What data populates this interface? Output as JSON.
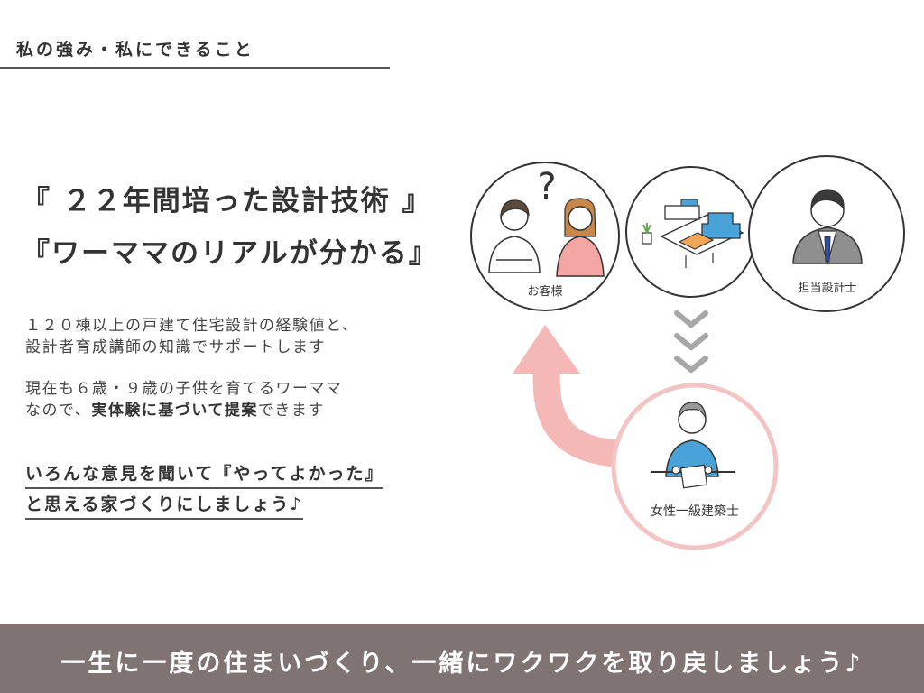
{
  "header": {
    "title": "私の強み・私にできること"
  },
  "headline": {
    "line1": "『 ２２年間培った設計技術 』",
    "line2": "『ワーママのリアルが分かる』"
  },
  "body": {
    "para1_line1": "１２０棟以上の戸建て住宅設計の経験値と、",
    "para1_line2": "設計者育成講師の知識でサポートします",
    "para2_line1": "現在も６歳・９歳の子供を育てるワーママ",
    "para2_line2_pre": "なので、",
    "para2_line2_bold": "実体験に基づいて提案",
    "para2_line2_post": "できます"
  },
  "cta": {
    "line1": "いろんな意見を聞いて『やってよかった』",
    "line2": "と思える家づくりにしましょう♪"
  },
  "diagram": {
    "customer_label": "お客様",
    "question_mark": "?",
    "designer_label": "担当設計士",
    "architect_label": "女性一級建築士",
    "icons": [
      "couple-icon",
      "room-icon",
      "designer-icon",
      "architect-icon",
      "chevron-down-icon",
      "curved-arrow-icon"
    ],
    "colors": {
      "pink": "#f4b8b6",
      "pink_ring": "#f2c4c3",
      "dark": "#333333",
      "blue": "#4aa3d8",
      "orange": "#f2a65a"
    }
  },
  "footer": {
    "text": "一生に一度の住まいづくり、一緒にワクワクを取り戻しましょう♪"
  }
}
